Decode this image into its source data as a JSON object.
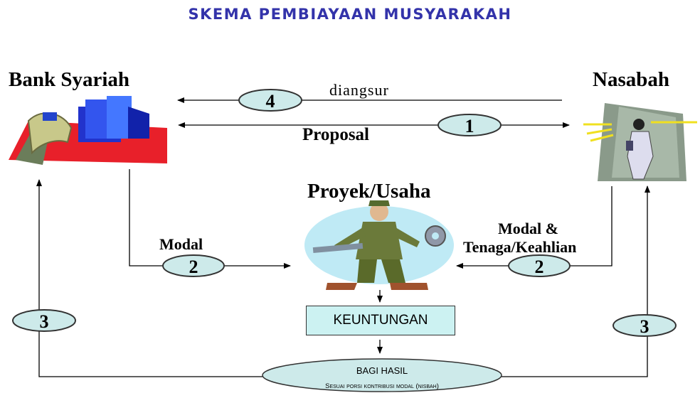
{
  "title": "SKEMA PEMBIAYAAN MUSYARAKAH",
  "nodes": {
    "bank": "Bank Syariah",
    "nasabah": "Nasabah",
    "proyek": "Proyek/Usaha",
    "keuntungan": "KEUNTUNGAN"
  },
  "edges": {
    "diangsur": "diangsur",
    "proposal": "Proposal",
    "modal_left": "Modal",
    "modal_right_1": "Modal &",
    "modal_right_2": "Tenaga/Keahlian"
  },
  "bagi_hasil": {
    "line1": "BAGI HASIL",
    "line2": "Sesuai porsi kontribusi modal (nisbah)"
  },
  "badges": {
    "b4": "4",
    "b1": "1",
    "b2_left": "2",
    "b2_right": "2",
    "b3_left": "3",
    "b3_right": "3"
  },
  "colors": {
    "title": "#3333aa",
    "badge_fill": "#cdeaea",
    "box_fill": "#ccf2f2",
    "project_bg": "#bfeaf5"
  }
}
